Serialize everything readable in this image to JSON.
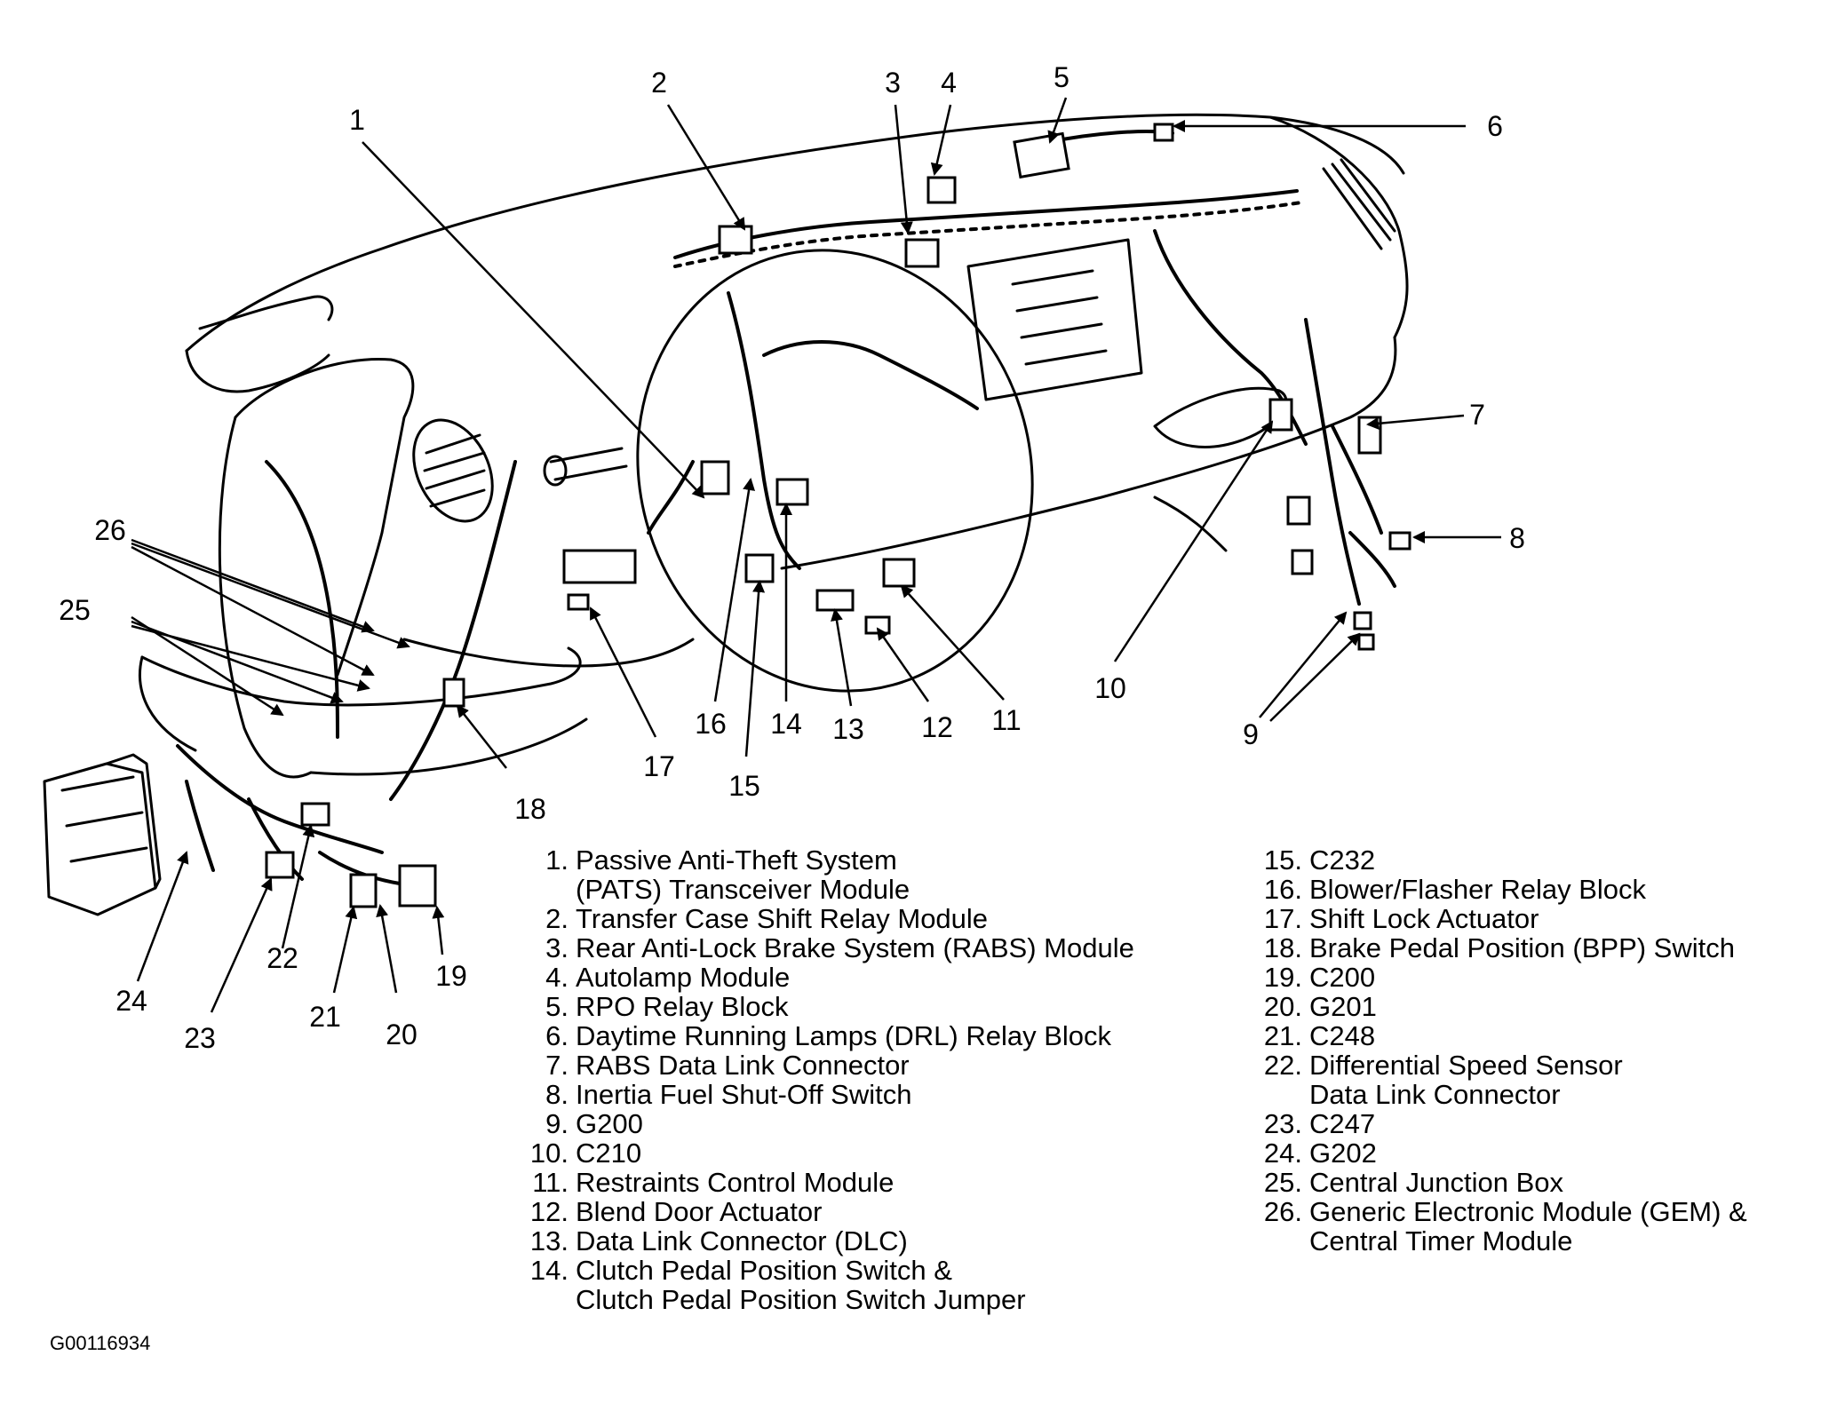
{
  "callouts": [
    "1",
    "2",
    "3",
    "4",
    "5",
    "6",
    "7",
    "8",
    "9",
    "10",
    "11",
    "12",
    "13",
    "14",
    "15",
    "16",
    "17",
    "18",
    "19",
    "20",
    "21",
    "22",
    "23",
    "24",
    "25",
    "26"
  ],
  "legend": [
    {
      "num": "1.",
      "lines": [
        "Passive Anti-Theft System",
        "(PATS) Transceiver Module"
      ]
    },
    {
      "num": "2.",
      "lines": [
        "Transfer Case Shift Relay Module"
      ]
    },
    {
      "num": "3.",
      "lines": [
        "Rear Anti-Lock Brake System (RABS) Module"
      ]
    },
    {
      "num": "4.",
      "lines": [
        "Autolamp Module"
      ]
    },
    {
      "num": "5.",
      "lines": [
        "RPO Relay Block"
      ]
    },
    {
      "num": "6.",
      "lines": [
        "Daytime Running Lamps (DRL) Relay Block"
      ]
    },
    {
      "num": "7.",
      "lines": [
        "RABS Data Link Connector"
      ]
    },
    {
      "num": "8.",
      "lines": [
        "Inertia Fuel Shut-Off Switch"
      ]
    },
    {
      "num": "9.",
      "lines": [
        "G200"
      ]
    },
    {
      "num": "10.",
      "lines": [
        "C210"
      ]
    },
    {
      "num": "11.",
      "lines": [
        "Restraints Control Module"
      ]
    },
    {
      "num": "12.",
      "lines": [
        "Blend Door Actuator"
      ]
    },
    {
      "num": "13.",
      "lines": [
        "Data Link Connector (DLC)"
      ]
    },
    {
      "num": "14.",
      "lines": [
        "Clutch Pedal Position Switch &",
        "Clutch Pedal Position Switch Jumper"
      ]
    },
    {
      "num": "15.",
      "lines": [
        "C232"
      ]
    },
    {
      "num": "16.",
      "lines": [
        "Blower/Flasher Relay Block"
      ]
    },
    {
      "num": "17.",
      "lines": [
        "Shift Lock Actuator"
      ]
    },
    {
      "num": "18.",
      "lines": [
        "Brake Pedal Position (BPP) Switch"
      ]
    },
    {
      "num": "19.",
      "lines": [
        "C200"
      ]
    },
    {
      "num": "20.",
      "lines": [
        "G201"
      ]
    },
    {
      "num": "21.",
      "lines": [
        "C248"
      ]
    },
    {
      "num": "22.",
      "lines": [
        "Differential Speed Sensor",
        "Data Link Connector"
      ]
    },
    {
      "num": "23.",
      "lines": [
        "C247"
      ]
    },
    {
      "num": "24.",
      "lines": [
        "G202"
      ]
    },
    {
      "num": "25.",
      "lines": [
        "Central Junction Box"
      ]
    },
    {
      "num": "26.",
      "lines": [
        "Generic Electronic Module (GEM) &",
        "Central Timer Module"
      ]
    }
  ],
  "figure_id": "G00116934"
}
